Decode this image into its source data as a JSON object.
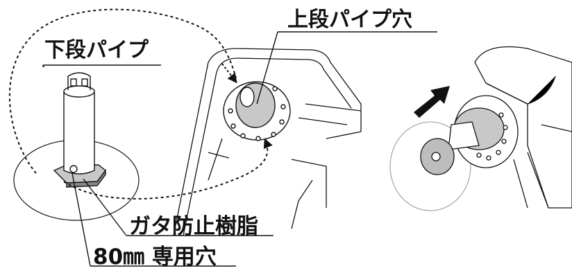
{
  "labels": {
    "lower_pipe": "下段パイプ",
    "upper_pipe_hole": "上段パイプ穴",
    "anti_rattle_resin": "ガタ防止樹脂",
    "hole_80mm": "80㎜ 専用穴"
  },
  "colors": {
    "line": "#111111",
    "gray_fill": "#c8c8c8",
    "dark_fill": "#7a7a7a",
    "background": "#ffffff"
  },
  "icons": {
    "arrow": "arrow-up-right-icon"
  }
}
